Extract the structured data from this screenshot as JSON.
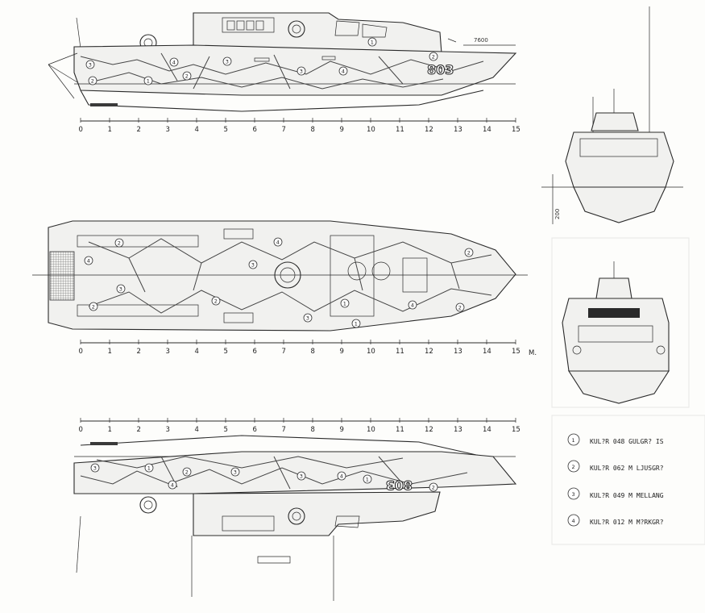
{
  "hull_number": "803",
  "hull_number_mirrored": "803",
  "dims": {
    "top_length": "7600",
    "height": "200"
  },
  "scale": {
    "ticks": [
      "0",
      "1",
      "2",
      "3",
      "4",
      "5",
      "6",
      "7",
      "8",
      "9",
      "10",
      "11",
      "12",
      "13",
      "14",
      "15"
    ],
    "unit": "M."
  },
  "legend": [
    {
      "num": "1",
      "text": "KUL?R 048 GULGR? IS"
    },
    {
      "num": "2",
      "text": "KUL?R 062 M LJUSGR?"
    },
    {
      "num": "3",
      "text": "KUL?R 049 M MELLANG"
    },
    {
      "num": "4",
      "text": "KUL?R 012 M M?RKGR?"
    }
  ]
}
